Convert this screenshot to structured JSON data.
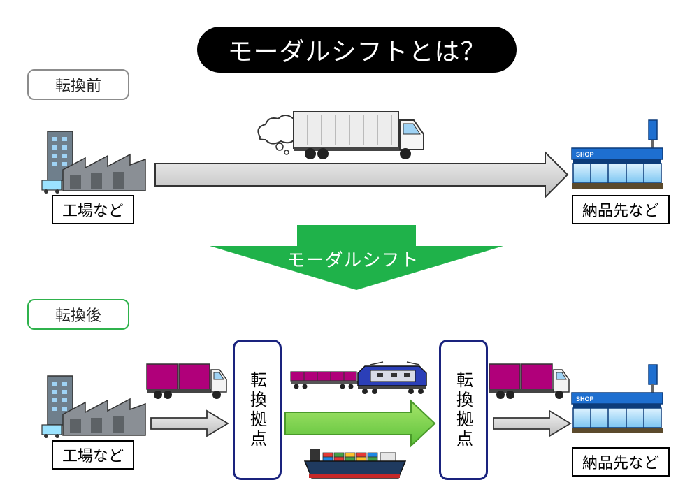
{
  "title": "モーダルシフトとは？",
  "before": {
    "tag": "転換前",
    "origin_label": "工場など",
    "dest_label": "納品先など",
    "shop_sign": "SHOP"
  },
  "shift_label": "モーダルシフト",
  "after": {
    "tag": "転換後",
    "origin_label": "工場など",
    "dest_label": "納品先など",
    "hub_left": "転換拠点",
    "hub_right": "転換拠点",
    "shop_sign": "SHOP"
  },
  "colors": {
    "title_bg": "#000000",
    "before_tag_border": "#8c8c8c",
    "after_tag_border": "#2fb24c",
    "shift_arrow": "#1fb24a",
    "rail_arrow": "#7ed957",
    "hub_border": "#1a237e",
    "container": "#b0007a",
    "shop_blue": "#1e6fd0"
  },
  "icons": [
    "factory-icon",
    "truck-icon",
    "shop-icon",
    "train-icon",
    "ship-icon",
    "exhaust-cloud-icon"
  ]
}
